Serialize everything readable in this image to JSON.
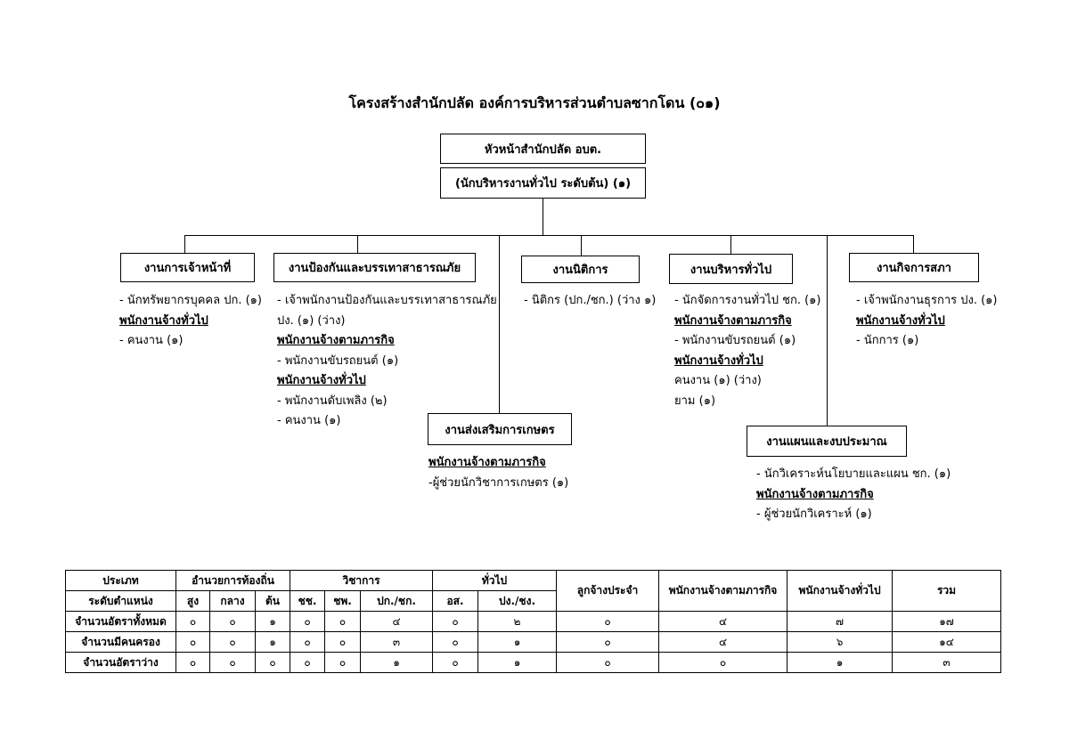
{
  "title": "โครงสร้างสำนักปลัด  องค์การบริหารส่วนตำบลซากโดน (๐๑)",
  "head": {
    "line1": "หัวหน้าสำนักปลัด อบต.",
    "line2": "(นักบริหารงานทั่วไป ระดับต้น) (๑)"
  },
  "units": {
    "personnel": {
      "name": "งานการเจ้าหน้าที่",
      "lines": [
        "- นักทรัพยากรบุคคล ปก. (๑)",
        "พนักงานจ้างทั่วไป",
        "- คนงาน (๑)"
      ]
    },
    "disaster": {
      "name": "งานป้องกันและบรรเทาสาธารณภัย",
      "lines": [
        "- เจ้าพนักงานป้องกันและบรรเทาสาธารณภัย",
        "ปง.  (๑) (ว่าง)",
        "พนักงานจ้างตามภารกิจ",
        "- พนักงานขับรถยนต์ (๑)",
        "พนักงานจ้างทั่วไป",
        "- พนักงานดับเพลิง (๒)",
        "- คนงาน (๑)"
      ]
    },
    "legal": {
      "name": "งานนิติการ",
      "lines": [
        "- นิติกร (ปก./ชก.) (ว่าง ๑)"
      ]
    },
    "agriculture": {
      "name": "งานส่งเสริมการเกษตร",
      "lines": [
        "พนักงานจ้างตามภารกิจ",
        "-ผู้ช่วยนักวิชาการเกษตร  (๑)"
      ]
    },
    "admin": {
      "name": "งานบริหารทั่วไป",
      "lines": [
        "- นักจัดการงานทั่วไป ชก. (๑)",
        "พนักงานจ้างตามภารกิจ",
        "- พนักงานขับรถยนต์ (๑)",
        "พนักงานจ้างทั่วไป",
        "คนงาน (๑) (ว่าง)",
        "ยาม (๑)"
      ]
    },
    "council": {
      "name": "งานกิจการสภา",
      "lines": [
        "- เจ้าพนักงานธุรการ ปง. (๑)",
        "พนักงานจ้างทั่วไป",
        "- นักการ (๑)"
      ]
    },
    "planning": {
      "name": "งานแผนและงบประมาณ",
      "lines": [
        "- นักวิเคราะห์นโยบายและแผน ชก. (๑)",
        "พนักงานจ้างตามภารกิจ",
        "- ผู้ช่วยนักวิเคราะห์ (๑)"
      ]
    }
  },
  "table": {
    "type_label": "ประเภท",
    "level_label": "ระดับตำแหน่ง",
    "group_local": "อำนวยการท้องถิ่น",
    "group_academic": "วิชาการ",
    "group_general": "ทั่วไป",
    "col_regular": "ลูกจ้างประจำ",
    "col_mission": "พนักงานจ้างตามภารกิจ",
    "col_general_staff": "พนักงานจ้างทั่วไป",
    "col_total": "รวม",
    "levels": [
      "สูง",
      "กลาง",
      "ต้น",
      "ชช.",
      "ชพ.",
      "ปก./ชก.",
      "อส.",
      "ปง./ชง."
    ],
    "rows": [
      {
        "label": "จำนวนอัตราทั้งหมด",
        "values": [
          "๐",
          "๐",
          "๑",
          "๐",
          "๐",
          "๔",
          "๐",
          "๒",
          "๐",
          "๔",
          "๗",
          "๑๗"
        ]
      },
      {
        "label": "จำนวนมีคนครอง",
        "values": [
          "๐",
          "๐",
          "๑",
          "๐",
          "๐",
          "๓",
          "๐",
          "๑",
          "๐",
          "๔",
          "๖",
          "๑๔"
        ]
      },
      {
        "label": "จำนวนอัตราว่าง",
        "values": [
          "๐",
          "๐",
          "๐",
          "๐",
          "๐",
          "๑",
          "๐",
          "๑",
          "๐",
          "๐",
          "๑",
          "๓"
        ]
      }
    ]
  }
}
